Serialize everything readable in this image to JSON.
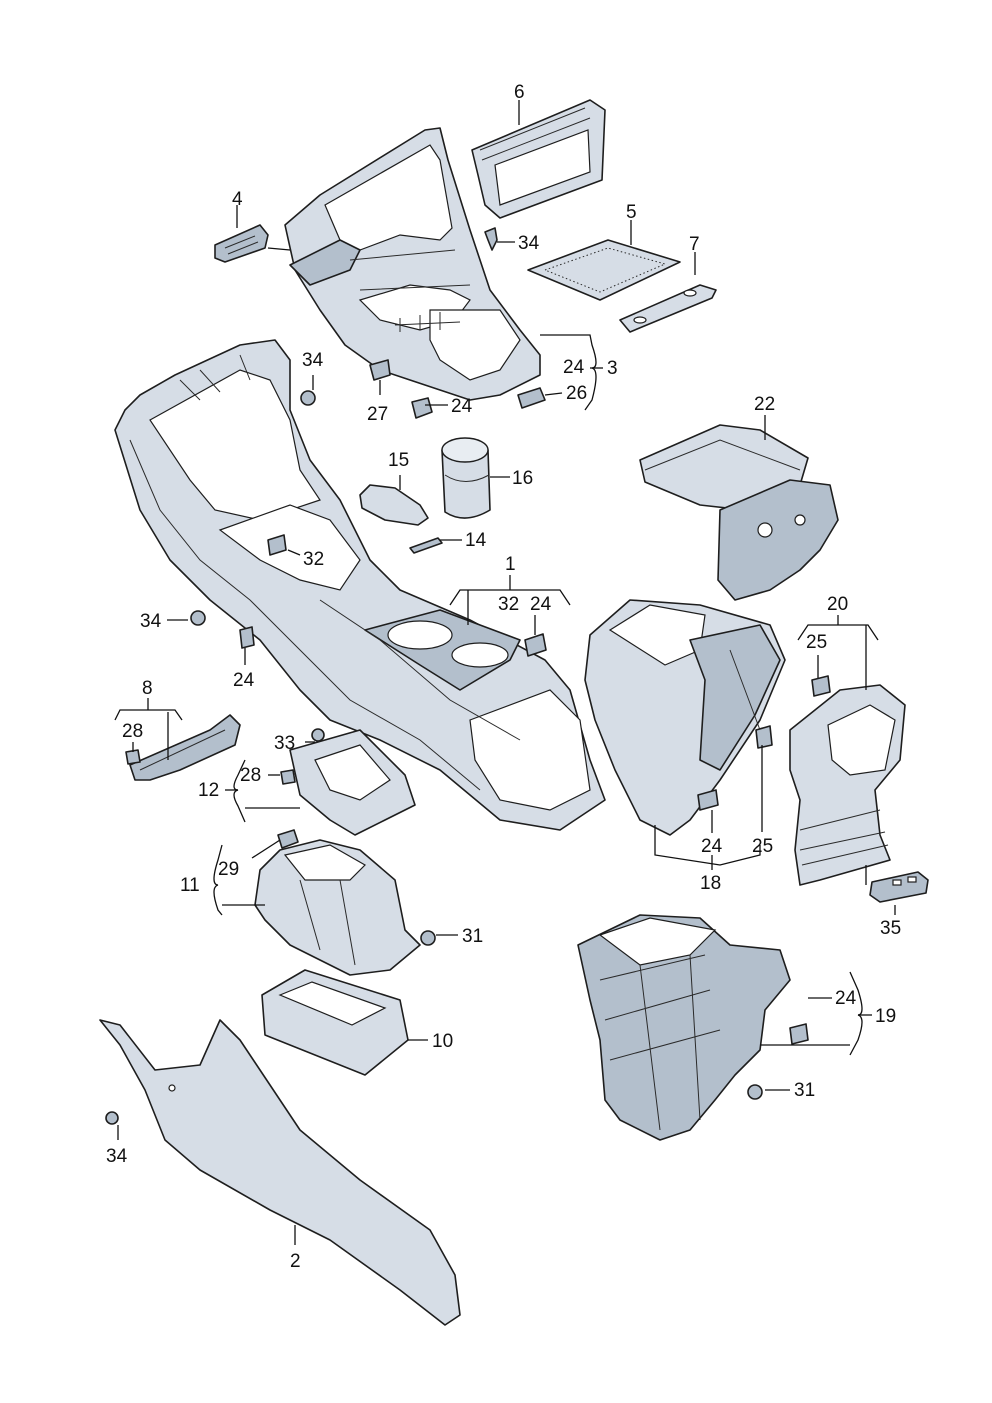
{
  "diagram": {
    "labels": {
      "l1": "1",
      "l2": "2",
      "l3": "3",
      "l4": "4",
      "l5": "5",
      "l6": "6",
      "l7": "7",
      "l8": "8",
      "l10": "10",
      "l11": "11",
      "l12": "12",
      "l14": "14",
      "l15": "15",
      "l16": "16",
      "l18": "18",
      "l19": "19",
      "l20": "20",
      "l22": "22",
      "l24a": "24",
      "l24b": "24",
      "l24c": "24",
      "l24d": "24",
      "l24e": "24",
      "l24f": "24",
      "l25a": "25",
      "l25b": "25",
      "l26": "26",
      "l27": "27",
      "l28a": "28",
      "l28b": "28",
      "l29": "29",
      "l31a": "31",
      "l31b": "31",
      "l32a": "32",
      "l32b": "32",
      "l33": "33",
      "l34a": "34",
      "l34b": "34",
      "l34c": "34",
      "l34d": "34",
      "l35": "35"
    }
  }
}
